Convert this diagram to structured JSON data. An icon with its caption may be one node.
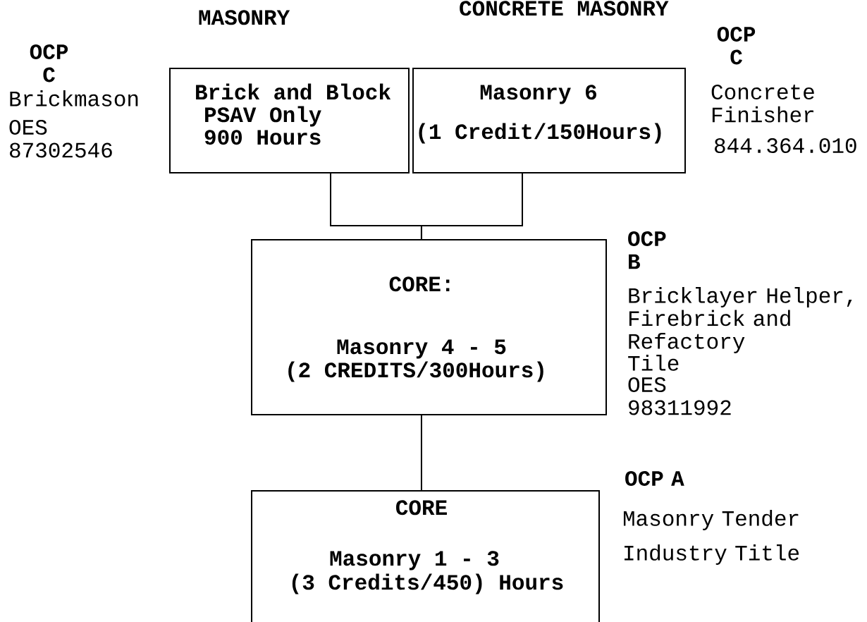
{
  "diagram": {
    "nodes": [
      {
        "text": [
          "Brick and Block",
          "PSAV Only",
          "900 Hours"
        ],
        "beside": [
          "MASONRY"
        ]
      },
      {
        "text": [
          "Masonry 6",
          "(1 Credit/150Hours)"
        ],
        "beside": [
          "CONCRETE MASONRY"
        ]
      },
      {
        "text": [
          "CORE:",
          "Masonry 4 - 5",
          "(2 CREDITS/300Hours)"
        ]
      },
      {
        "text": [
          "CORE",
          "Masonry 1 - 3",
          "(3 Credits/450) Hours"
        ]
      }
    ],
    "edges": [
      {
        "from": 0,
        "to": 2,
        "arrow": "none"
      },
      {
        "from": 1,
        "to": 2,
        "arrow": "none"
      },
      {
        "from": 2,
        "to": 3,
        "arrow": "none"
      }
    ],
    "labels": [
      "OCP C",
      "Brickmason",
      "OES 87302546",
      "OCP C",
      "Concrete Finisher",
      "844.364.010",
      "OCP B",
      "Bricklayer Helper, Firebrick and Refactory",
      "Tile",
      "OES 98311992",
      "OCP A",
      "Masonry Tender",
      "Industry Title"
    ]
  }
}
